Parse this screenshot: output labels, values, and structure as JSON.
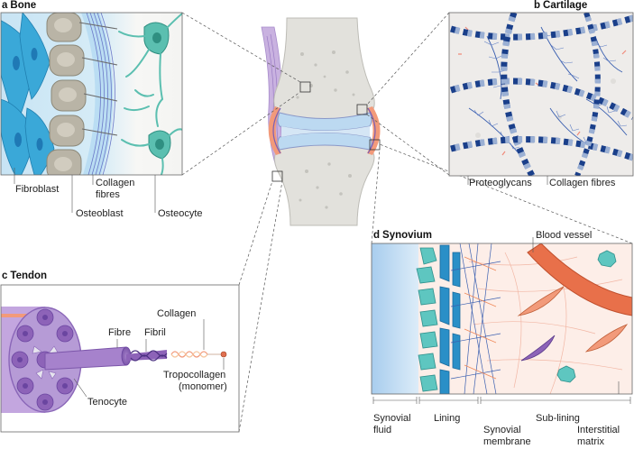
{
  "panels": {
    "bone": {
      "letter": "a",
      "title": "Bone",
      "labels": {
        "fibroblast": "Fibroblast",
        "collagen_line1": "Collagen",
        "collagen_line2": "fibres",
        "osteoblast": "Osteoblast",
        "osteocyte": "Osteocyte"
      }
    },
    "cartilage": {
      "letter": "b",
      "title": "Cartilage",
      "labels": {
        "proteoglycans": "Proteoglycans",
        "collagen_fibres": "Collagen fibres"
      }
    },
    "tendon": {
      "letter": "c",
      "title": "Tendon",
      "labels": {
        "collagen": "Collagen",
        "fibre": "Fibre",
        "fibril": "Fibril",
        "tropocollagen_line1": "Tropocollagen",
        "tropocollagen_line2": "(monomer)",
        "tenocyte": "Tenocyte"
      }
    },
    "synovium": {
      "letter": "d",
      "title": "Synovium",
      "labels": {
        "blood_vessel": "Blood vessel",
        "synovial_fluid_line1": "Synovial",
        "synovial_fluid_line2": "fluid",
        "lining": "Lining",
        "synovial_membrane_line1": "Synovial",
        "synovial_membrane_line2": "membrane",
        "sub_lining": "Sub-lining",
        "interstitial_line1": "Interstitial",
        "interstitial_line2": "matrix"
      }
    }
  },
  "colors": {
    "bone_cell": "#b9b4a6",
    "fibroblast": "#3aa8d8",
    "osteocyte": "#5bbfb0",
    "cartilage_fibre": "#1a3f8a",
    "proteoglycan": "#3a5fb0",
    "tendon": "#8d63b8",
    "synovium_pink": "#f4c6b8",
    "blood_vessel": "#e8704a",
    "synovial_fluid": "#cfe4f4"
  }
}
